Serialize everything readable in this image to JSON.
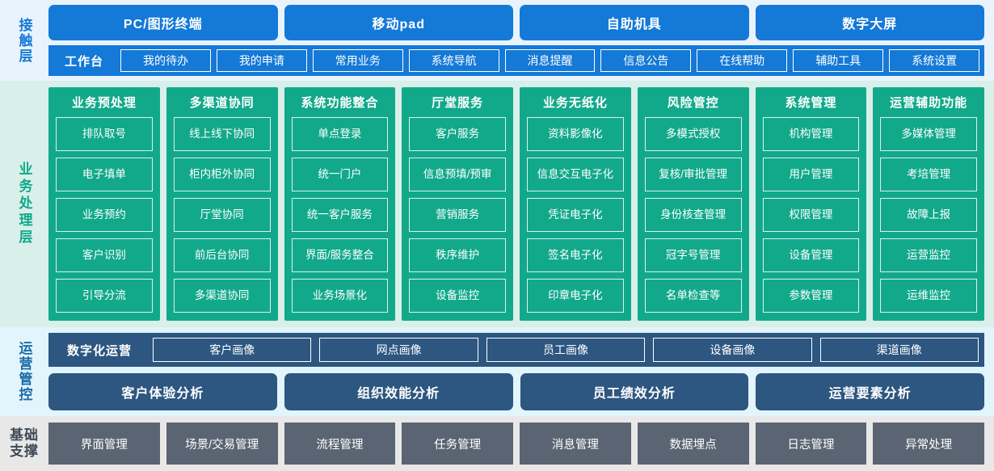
{
  "colors": {
    "contact_bg": "#e8f3fb",
    "contact_accent": "#1479d7",
    "business_bg": "#d9efe9",
    "business_accent": "#12a98b",
    "ops_bg": "#e2f4fc",
    "ops_accent": "#2d5680",
    "base_bg": "#e8e8e8",
    "base_accent": "#5a6472"
  },
  "contact_layer": {
    "label": "接触层",
    "channels": [
      "PC/图形终端",
      "移动pad",
      "自助机具",
      "数字大屏"
    ],
    "workbench_label": "工作台",
    "workbench_items": [
      "我的待办",
      "我的申请",
      "常用业务",
      "系统导航",
      "消息提醒",
      "信息公告",
      "在线帮助",
      "辅助工具",
      "系统设置"
    ]
  },
  "business_layer": {
    "label": "业务处理层",
    "columns": [
      {
        "title": "业务预处理",
        "items": [
          "排队取号",
          "电子填单",
          "业务预约",
          "客户识别",
          "引导分流"
        ]
      },
      {
        "title": "多渠道协同",
        "items": [
          "线上线下协同",
          "柜内柜外协同",
          "厅堂协同",
          "前后台协同",
          "多渠道协同"
        ]
      },
      {
        "title": "系统功能整合",
        "items": [
          "单点登录",
          "统一门户",
          "统一客户服务",
          "界面/服务整合",
          "业务场景化"
        ]
      },
      {
        "title": "厅堂服务",
        "items": [
          "客户服务",
          "信息预填/预审",
          "营销服务",
          "秩序维护",
          "设备监控"
        ]
      },
      {
        "title": "业务无纸化",
        "items": [
          "资料影像化",
          "信息交互电子化",
          "凭证电子化",
          "签名电子化",
          "印章电子化"
        ]
      },
      {
        "title": "风险管控",
        "items": [
          "多模式授权",
          "复核/审批管理",
          "身份核查管理",
          "冠字号管理",
          "名单检查等"
        ]
      },
      {
        "title": "系统管理",
        "items": [
          "机构管理",
          "用户管理",
          "权限管理",
          "设备管理",
          "参数管理"
        ]
      },
      {
        "title": "运营辅助功能",
        "items": [
          "多媒体管理",
          "考培管理",
          "故障上报",
          "运营监控",
          "运维监控"
        ]
      }
    ]
  },
  "operations_layer": {
    "label": "运营管控",
    "digital_ops_label": "数字化运营",
    "portraits": [
      "客户画像",
      "网点画像",
      "员工画像",
      "设备画像",
      "渠道画像"
    ],
    "analyses": [
      "客户体验分析",
      "组织效能分析",
      "员工绩效分析",
      "运营要素分析"
    ]
  },
  "foundation_layer": {
    "label_line1": "基础",
    "label_line2": "支撑",
    "items": [
      "界面管理",
      "场景/交易管理",
      "流程管理",
      "任务管理",
      "消息管理",
      "数据埋点",
      "日志管理",
      "异常处理"
    ]
  }
}
